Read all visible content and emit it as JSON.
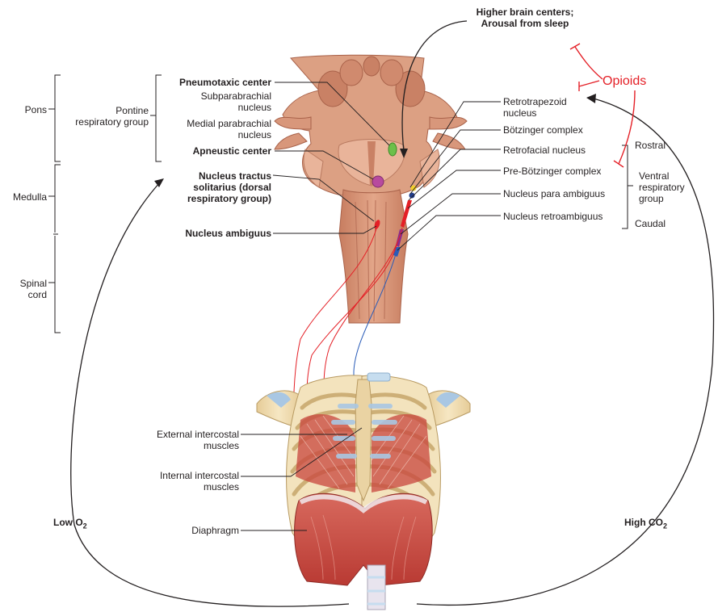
{
  "top": {
    "higher_brain_line1": "Higher brain centers;",
    "higher_brain_line2": "Arousal from sleep",
    "opioids": "Opioids"
  },
  "regions": {
    "pons": "Pons",
    "medulla": "Medulla",
    "spinal_line1": "Spinal",
    "spinal_line2": "cord"
  },
  "left_labels": {
    "pontine_line1": "Pontine",
    "pontine_line2": "respiratory group",
    "pneumotaxic": "Pneumotaxic center",
    "subparabrachial_line1": "Subparabrachial",
    "subparabrachial_line2": "nucleus",
    "medial_line1": "Medial parabrachial",
    "medial_line2": "nucleus",
    "apneustic": "Apneustic center",
    "nts_line1": "Nucleus tractus",
    "nts_line2": "solitarius (dorsal",
    "nts_line3": "respiratory group)",
    "ambiguus": "Nucleus ambiguus"
  },
  "right_labels": {
    "retrotrapezoid_line1": "Retrotrapezoid",
    "retrotrapezoid_line2": "nucleus",
    "botzinger": "Bötzinger complex",
    "retrofacial": "Retrofacial nucleus",
    "prebotzinger": "Pre-Bötzinger complex",
    "para_ambiguus": "Nucleus para ambiguus",
    "retroambiguus": "Nucleus retroambiguus",
    "rostral": "Rostral",
    "vrg_line1": "Ventral",
    "vrg_line2": "respiratory",
    "vrg_line3": "group",
    "caudal": "Caudal"
  },
  "muscles": {
    "external_line1": "External intercostal",
    "external_line2": "muscles",
    "internal_line1": "Internal intercostal",
    "internal_line2": "muscles",
    "diaphragm": "Diaphragm"
  },
  "stimuli": {
    "low_o2_prefix": "Low O",
    "low_o2_sub": "2",
    "high_co2_prefix": "High CO",
    "high_co2_sub": "2"
  },
  "colors": {
    "tissue": "#d9957a",
    "tissue_dark": "#b86a50",
    "bone": "#f0dcb0",
    "muscle": "#c8463e",
    "cartilage": "#a9c7e3",
    "nerve_red": "#e41f26",
    "nerve_blue": "#2a5cb8",
    "opioid_red": "#e41f26",
    "pneumotaxic": "#6cc04a",
    "apneustic": "#b84a9e"
  }
}
